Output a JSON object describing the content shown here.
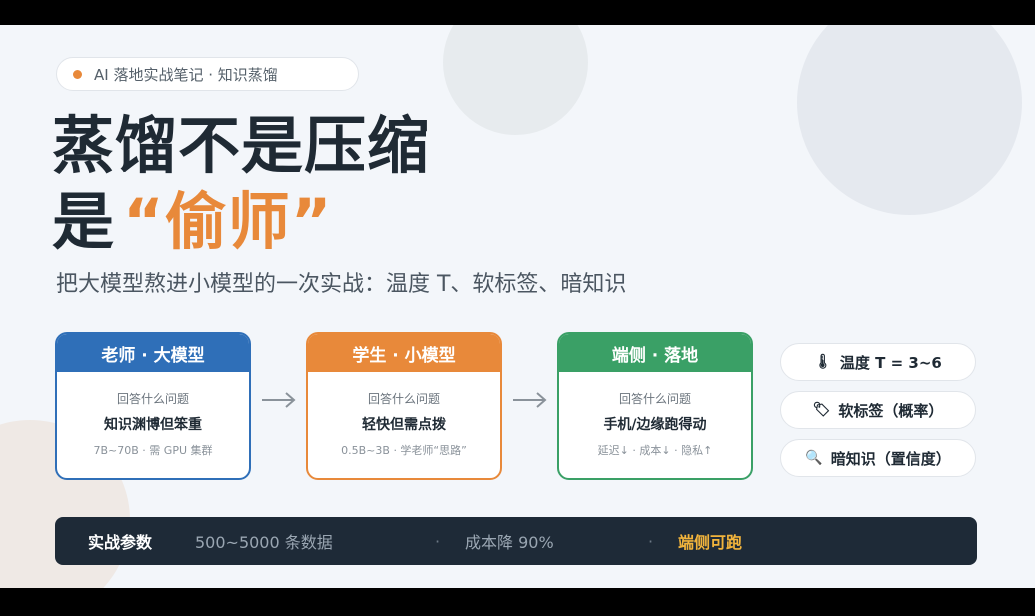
{
  "tag": {
    "text": "AI 落地实战笔记 · 知识蒸馏"
  },
  "title": {
    "line1": "蒸馏不是压缩",
    "line2_prefix": "是",
    "line2_accent": "“偷师”"
  },
  "subtitle": "把大模型熬进小模型的一次实战：温度 T、软标签、暗知识",
  "cards": [
    {
      "header": "老师 · 大模型",
      "question": "回答什么问题",
      "main": "知识渊博但笨重",
      "note": "7B~70B · 需 GPU 集群"
    },
    {
      "header": "学生 · 小模型",
      "question": "回答什么问题",
      "main": "轻快但需点拨",
      "note": "0.5B~3B · 学老师“思路”"
    },
    {
      "header": "端侧 · 落地",
      "question": "回答什么问题",
      "main": "手机/边缘跑得动",
      "note": "延迟↓ · 成本↓ · 隐私↑"
    }
  ],
  "pills": [
    {
      "icon": "🌡",
      "text": "温度 T = 3~6"
    },
    {
      "icon": "🏷",
      "text": "软标签（概率）"
    },
    {
      "icon": "🔍",
      "text": "暗知识（置信度）"
    }
  ],
  "bar": {
    "label": "实战参数",
    "item1": "500~5000 条数据",
    "sep": "·",
    "item2": "成本降 90%",
    "item3": "端侧可跑"
  },
  "colors": {
    "teacher": "#2f6fb8",
    "student": "#e8893a",
    "edge": "#3aa066",
    "accent": "#e8893a",
    "bar": "#1e2a37",
    "highlight": "#f2b43c"
  }
}
